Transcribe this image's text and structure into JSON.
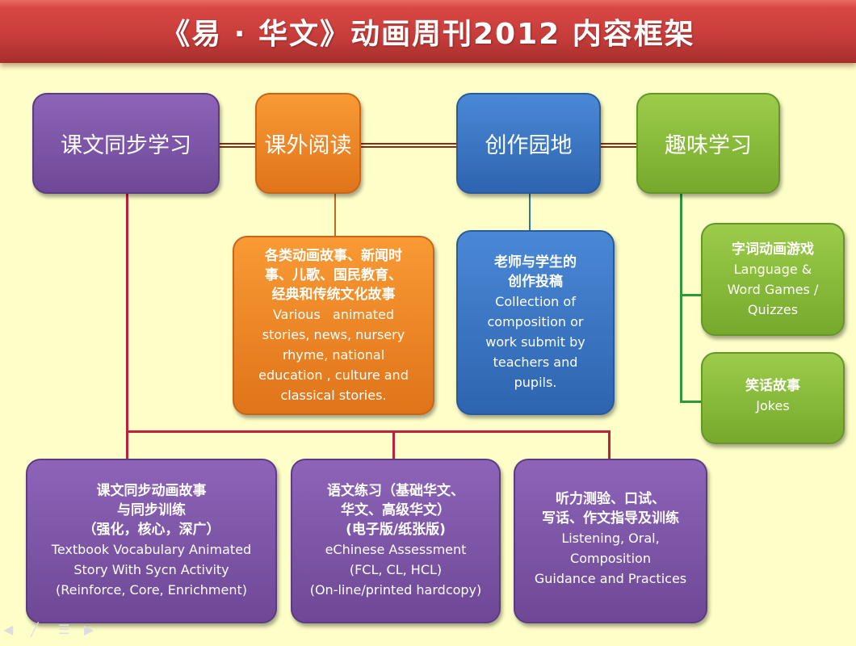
{
  "title": "《易 · 华文》动画周刊2012 内容框架",
  "categories": [
    {
      "label": "课文同步学习"
    },
    {
      "label": "课外阅读"
    },
    {
      "label": "创作园地"
    },
    {
      "label": "趣味学习"
    }
  ],
  "reading": {
    "zh": [
      "各类动画故事、新闻时",
      "事、儿歌、国民教育、",
      "经典和传统文化故事"
    ],
    "en": [
      "Various   animated",
      "stories, news, nursery",
      "rhyme, national",
      "education , culture and",
      "classical stories."
    ]
  },
  "creation": {
    "zh": [
      "老师与学生的",
      "创作投稿"
    ],
    "en": [
      "Collection of",
      "composition or",
      "work submit by",
      "teachers and",
      "pupils."
    ]
  },
  "fun": [
    {
      "zh": "字词动画游戏",
      "en": [
        "Language &",
        "Word Games /",
        "Quizzes"
      ]
    },
    {
      "zh": "笑话故事",
      "en": [
        "Jokes"
      ]
    }
  ],
  "sync": [
    {
      "zh": [
        "课文同步动画故事",
        "与同步训练",
        "（强化，核心，深广）"
      ],
      "en": [
        "Textbook Vocabulary Animated",
        "Story With Sycn Activity",
        "(Reinforce, Core, Enrichment)"
      ]
    },
    {
      "zh": [
        "语文练习（基础华文、",
        "华文、高级华文）",
        "(电子版/纸张版)"
      ],
      "en": [
        "eChinese Assessment",
        "(FCL, CL, HCL)",
        "(On-line/printed hardcopy)"
      ]
    },
    {
      "zh": [
        "听力测验、口试、",
        "写话、作文指导及训练"
      ],
      "en": [
        "Listening, Oral,",
        "Composition",
        "Guidance and Practices"
      ]
    }
  ],
  "colors": {
    "purple": "#7b52a6",
    "orange": "#f08a28",
    "blue": "#3a76c4",
    "green": "#88bb3a",
    "title": "#c63c3a",
    "background": "#fefec8"
  }
}
